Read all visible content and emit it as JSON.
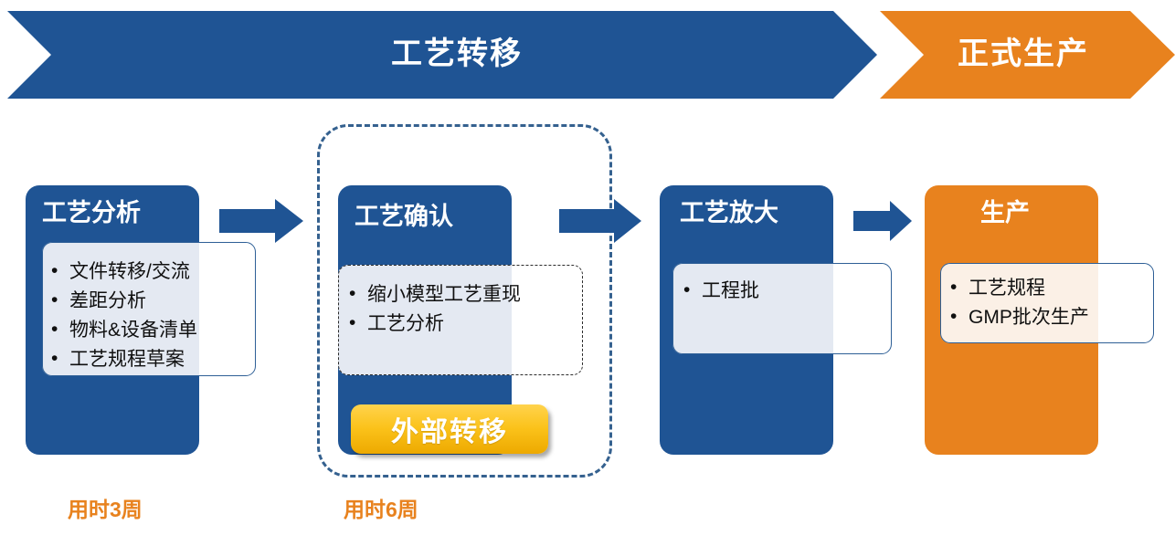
{
  "banner": {
    "segments": [
      {
        "name": "process-transfer",
        "label": "工艺转移",
        "color": "#1F5494"
      },
      {
        "name": "formal-production",
        "label": "正式生产",
        "color": "#E8821E"
      }
    ]
  },
  "stages": [
    {
      "id": "process-analysis",
      "title": "工艺分析",
      "color": "#1F5494",
      "callout_style": "solid-border",
      "tint": "cool",
      "items": [
        "文件转移/交流",
        "差距分析",
        "物料&设备清单",
        "工艺规程草案"
      ]
    },
    {
      "id": "process-confirmation",
      "title": "工艺确认",
      "color": "#1F5494",
      "callout_style": "dashed-border",
      "tint": "cool",
      "items": [
        "缩小模型工艺重现",
        "工艺分析"
      ]
    },
    {
      "id": "process-scale-up",
      "title": "工艺放大",
      "color": "#1F5494",
      "callout_style": "solid-border",
      "tint": "cool",
      "items": [
        "工程批"
      ]
    },
    {
      "id": "production",
      "title": "生产",
      "color": "#E8821E",
      "callout_style": "solid-border",
      "tint": "warm",
      "items": [
        "工艺规程",
        "GMP批次生产"
      ]
    }
  ],
  "badge": {
    "label": "外部转移",
    "color": "#FBC21A"
  },
  "durations": [
    {
      "name": "process-analysis-duration",
      "label": "用时3周"
    },
    {
      "name": "process-confirmation-duration",
      "label": "用时6周"
    }
  ],
  "arrows": [
    {
      "name": "arrow-analysis-to-confirmation"
    },
    {
      "name": "arrow-confirmation-to-scaleup"
    },
    {
      "name": "arrow-scaleup-to-production"
    }
  ],
  "group": {
    "name": "external-transfer-group"
  }
}
